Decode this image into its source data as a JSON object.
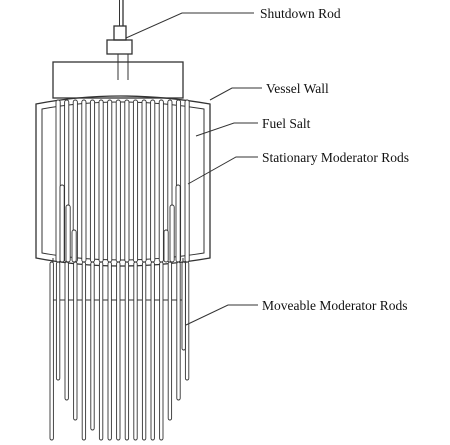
{
  "labels": {
    "shutdown_rod": "Shutdown Rod",
    "vessel_wall": "Vessel Wall",
    "fuel_salt": "Fuel Salt",
    "stationary_rods": "Stationary Moderator Rods",
    "moveable_rods": "Moveable Moderator Rods"
  },
  "colors": {
    "line": "#333333",
    "text": "#111111",
    "background": "#ffffff"
  }
}
